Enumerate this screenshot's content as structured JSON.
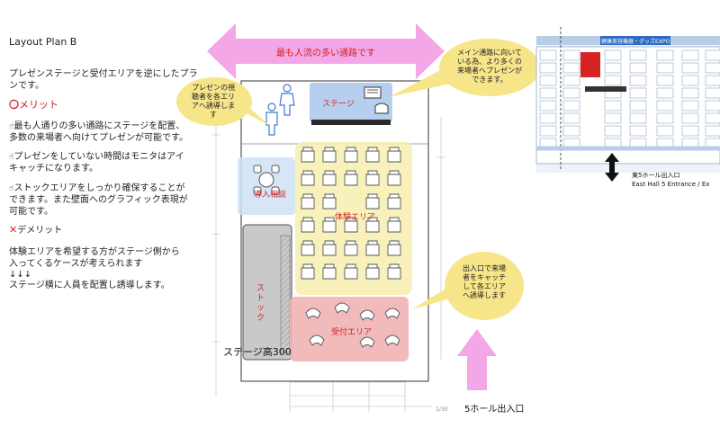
{
  "page": {
    "title": "Layout Plan B",
    "page_number": "1/30"
  },
  "left_text": {
    "intro_1": "プレゼンステージと受付エリアを逆にしたプラ",
    "intro_2": "ンです。",
    "merit_heading": "メリット",
    "merit_mark": "〇",
    "merit_1a": "最も人通りの多い通路にステージを配置、",
    "merit_1b": "多数の来場者へ向けてプレゼンが可能です。",
    "merit_2a": "プレゼンをしていない時間はモニタはアイ",
    "merit_2b": "キャッチになります。",
    "merit_3a": "ストックエリアをしっかり確保することが",
    "merit_3b": "できます。また壁面へのグラフィック表現が",
    "merit_3c": "可能です。",
    "demerit_heading": "デメリット",
    "demerit_mark": "✕",
    "demerit_1a": "体験エリアを希望する方がステージ側から",
    "demerit_1b": "入ってくるケースが考えられます",
    "arrows": "↓↓↓",
    "demerit_2": "ステージ横に人員を配置し誘導します。"
  },
  "plan": {
    "top_arrow_label": "最も人流の多い通路です",
    "stage": "ステージ",
    "consult": "導入相談",
    "experience": "体験エリア",
    "stock": "ストック",
    "reception": "受付エリア",
    "stage_height": "ステージ高300",
    "entrance_label": "5ホール出入口"
  },
  "bubbles": {
    "left_1": "プレゼンの視",
    "left_2": "聴者を各エリ",
    "left_3": "アへ誘導しま",
    "left_4": "す",
    "top_1": "メイン通路に向いて",
    "top_2": "いる為、より多くの",
    "top_3": "来場者へプレゼンが",
    "top_4": "できます。",
    "bottom_1": "出入口で来場",
    "bottom_2": "者をキャッチ",
    "bottom_3": "して各エリア",
    "bottom_4": "へ誘導します"
  },
  "minimap": {
    "banner": "健康美容機器・グッズEXPO",
    "hall_label_1": "東5ホール出入口",
    "hall_label_2": "East Hall 5 Entrance / Ex"
  },
  "colors": {
    "pink": "#f3a7e6",
    "blue": "#a9c7ec",
    "yellow": "#f7efb5",
    "red_zone": "#f0b4b4",
    "stock_gray": "#c9c9c9",
    "bubble": "#f7e58a",
    "accent_red": "#d42020"
  }
}
